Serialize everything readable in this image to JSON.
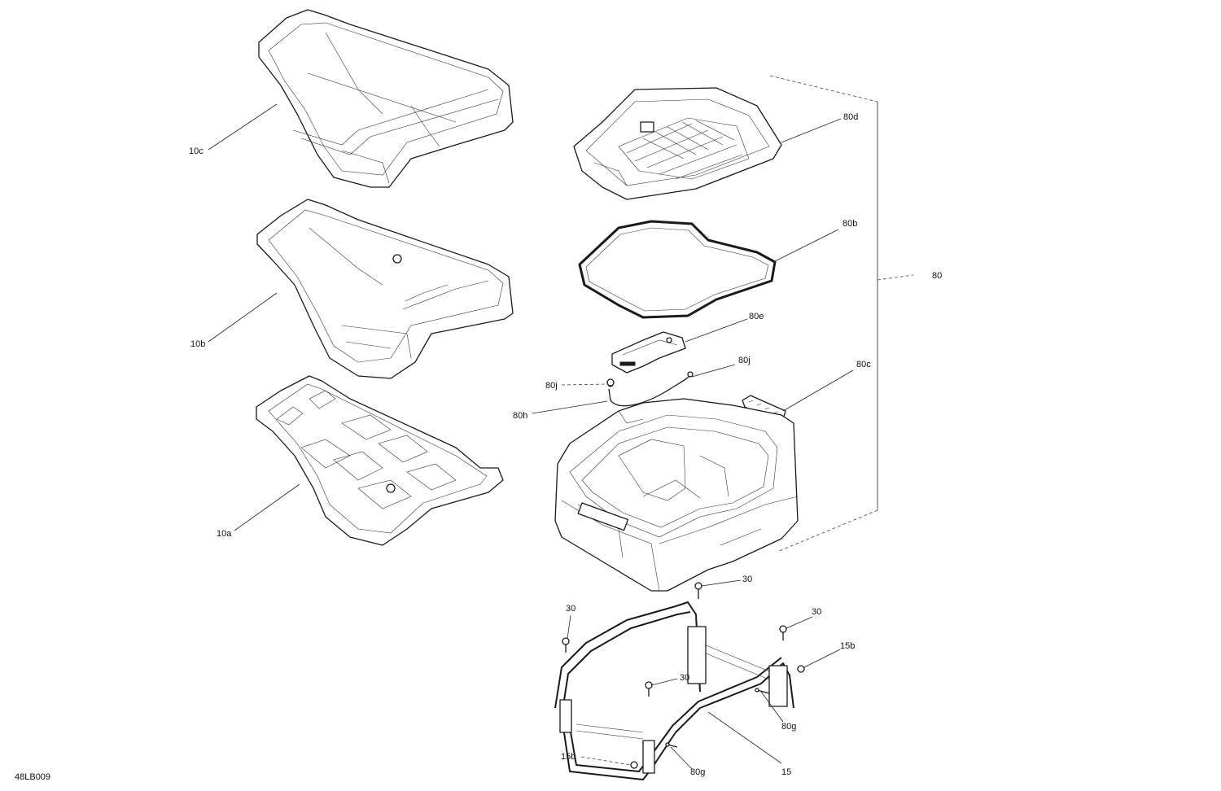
{
  "figure_id": "48LB009",
  "callouts": {
    "c10c": "10c",
    "c10b": "10b",
    "c10a": "10a",
    "c80d": "80d",
    "c80b": "80b",
    "c80": "80",
    "c80e": "80e",
    "c80j_right": "80j",
    "c80j_left": "80j",
    "c80h": "80h",
    "c80c": "80c",
    "c30_top": "30",
    "c30_left": "30",
    "c30_right": "30",
    "c30_mid": "30",
    "c15b_right": "15b",
    "c15b_bottom": "15b",
    "c80g_right": "80g",
    "c80g_bottom": "80g",
    "c15": "15"
  }
}
